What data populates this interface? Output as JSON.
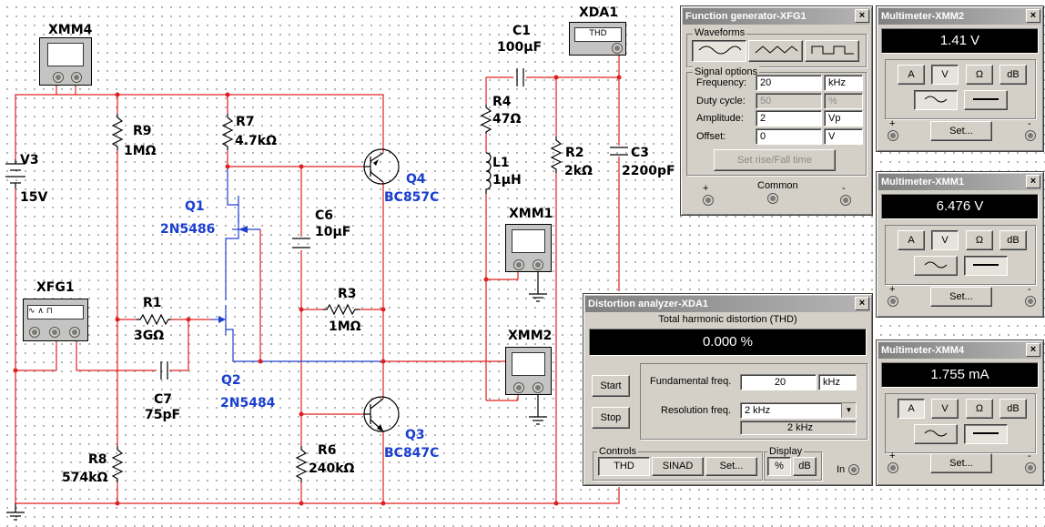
{
  "schematic": {
    "components": {
      "xmm4": "XMM4",
      "v3_name": "V3",
      "v3_value": "15V",
      "r9_name": "R9",
      "r9_value": "1MΩ",
      "r7_name": "R7",
      "r7_value": "4.7kΩ",
      "q1_name": "Q1",
      "q1_model": "2N5486",
      "xfg1": "XFG1",
      "r1_name": "R1",
      "r1_value": "3GΩ",
      "c7_name": "C7",
      "c7_value": "75pF",
      "q2_name": "Q2",
      "q2_model": "2N5484",
      "r8_name": "R8",
      "r8_value": "574kΩ",
      "c6_name": "C6",
      "c6_value": "10µF",
      "r3_name": "R3",
      "r3_value": "1MΩ",
      "r6_name": "R6",
      "r6_value": "240kΩ",
      "q4_name": "Q4",
      "q4_model": "BC857C",
      "q3_name": "Q3",
      "q3_model": "BC847C",
      "c1_name": "C1",
      "c1_value": "100µF",
      "xda1": "XDA1",
      "xda1_screen": "THD",
      "r4_name": "R4",
      "r4_value": "47Ω",
      "l1_name": "L1",
      "l1_value": "1µH",
      "r2_name": "R2",
      "r2_value": "2kΩ",
      "c3_name": "C3",
      "c3_value": "2200pF",
      "xmm1": "XMM1",
      "xmm2": "XMM2"
    },
    "colors": {
      "wire": "#e02020",
      "blue_wire": "#2040d0",
      "label_blue": "#1a3fd0"
    }
  },
  "function_generator": {
    "title": "Function generator-XFG1",
    "waveforms_label": "Waveforms",
    "wave_buttons": [
      "sine-wave",
      "triangle-wave",
      "square-wave"
    ],
    "signal_options_label": "Signal options",
    "rows": [
      {
        "label": "Frequency:",
        "value": "20",
        "unit": "kHz",
        "enabled": true
      },
      {
        "label": "Duty cycle:",
        "value": "50",
        "unit": "%",
        "enabled": false
      },
      {
        "label": "Amplitude:",
        "value": "2",
        "unit": "Vp",
        "enabled": true
      },
      {
        "label": "Offset:",
        "value": "0",
        "unit": "V",
        "enabled": true
      }
    ],
    "set_rise_fall": "Set rise/Fall time",
    "plus": "+",
    "common": "Common",
    "minus": "-"
  },
  "multimeters": [
    {
      "title": "Multimeter-XMM2",
      "reading": "1.41 V",
      "active_mode": "V",
      "active_type": "ac"
    },
    {
      "title": "Multimeter-XMM1",
      "reading": "6.476 V",
      "active_mode": "V",
      "active_type": "dc"
    },
    {
      "title": "Multimeter-XMM4",
      "reading": "1.755 mA",
      "active_mode": "A",
      "active_type": "dc"
    }
  ],
  "multimeter_labels": {
    "a": "A",
    "v": "V",
    "ohm": "Ω",
    "db": "dB",
    "set": "Set...",
    "plus": "+",
    "minus": "-"
  },
  "distortion_analyzer": {
    "title": "Distortion analyzer-XDA1",
    "heading": "Total harmonic distortion (THD)",
    "reading": "0.000 %",
    "start": "Start",
    "stop": "Stop",
    "fundamental_label": "Fundamental freq.",
    "fundamental_value": "20",
    "fundamental_unit": "kHz",
    "resolution_label": "Resolution freq.",
    "resolution_value": "2 kHz",
    "resolution_display": "2 kHz",
    "controls_label": "Controls",
    "thd": "THD",
    "sinad": "SINAD",
    "set": "Set...",
    "display_label": "Display",
    "percent": "%",
    "db": "dB",
    "in_label": "In"
  }
}
